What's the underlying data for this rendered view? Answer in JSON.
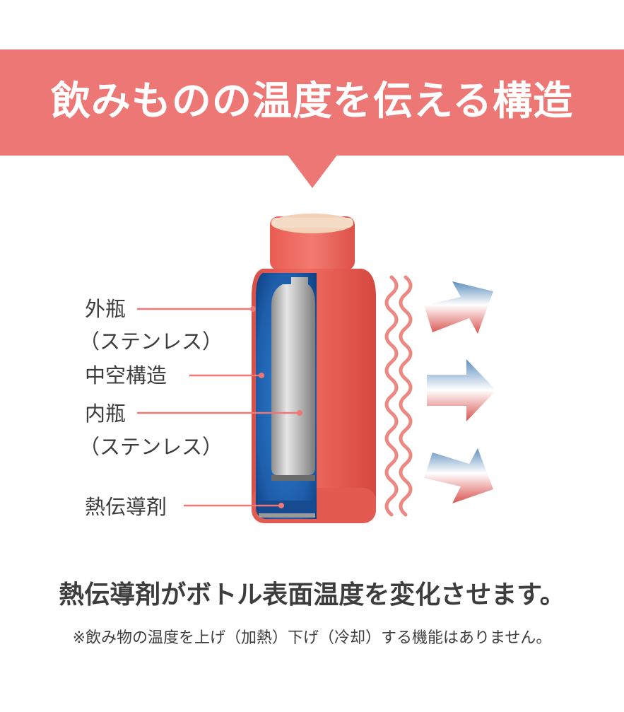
{
  "title": "飲みものの温度を伝える構造",
  "labels": {
    "outer": "外瓶",
    "outer_material": "（ステンレス）",
    "hollow": "中空構造",
    "inner": "内瓶",
    "inner_material": "（ステンレス）",
    "conductor": "熱伝導剤"
  },
  "description": "熱伝導剤がボトル表面温度を変化させます。",
  "note": "※飲み物の温度を上げ（加熱）下げ（冷却）する機能はありません。",
  "colors": {
    "accent": "#ec7774",
    "bottle": "#ea5f55",
    "cap_top": "#f3d2b8",
    "wave": "#ec8883",
    "hollow_blue": "#1f5ca8",
    "text": "#3d3d3d"
  }
}
